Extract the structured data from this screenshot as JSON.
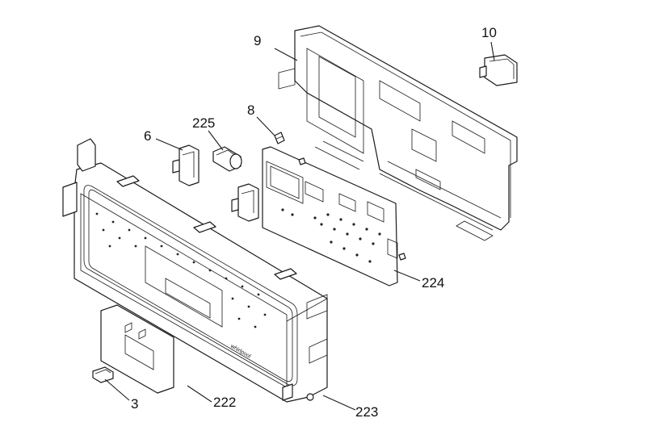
{
  "callouts": {
    "c3": "3",
    "c6": "6",
    "c8": "8",
    "c9": "9",
    "c10": "10",
    "c222": "222",
    "c223": "223",
    "c224": "224",
    "c225": "225"
  },
  "brand_mark": "whirlpool",
  "ink_color": "#1a1a1a",
  "background_color": "#ffffff"
}
